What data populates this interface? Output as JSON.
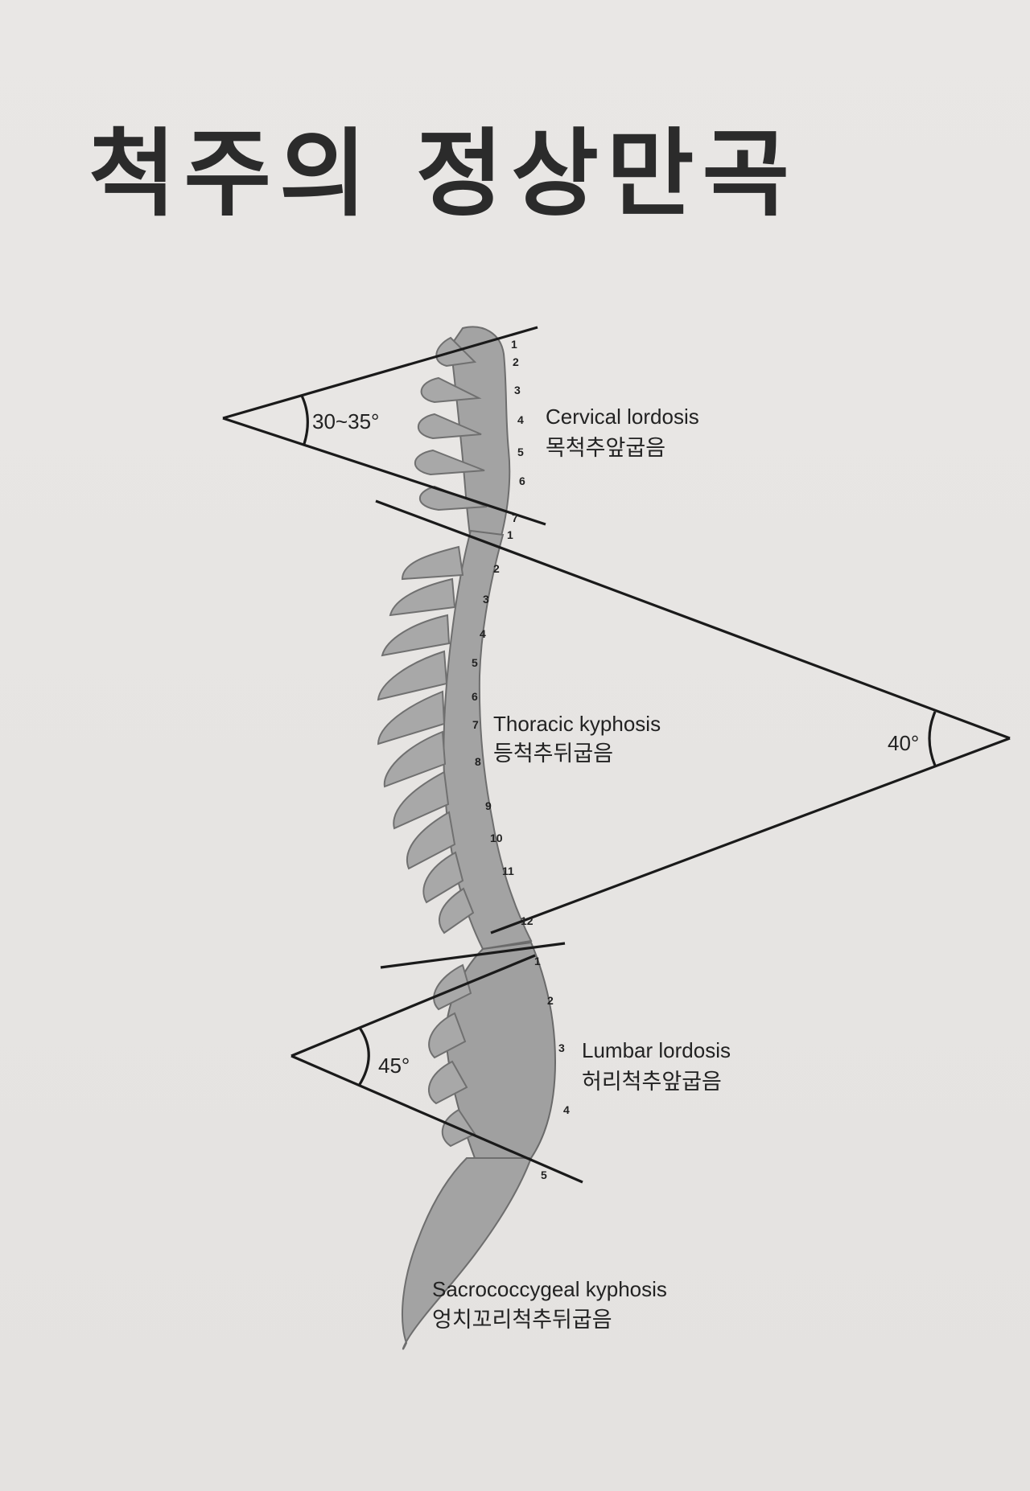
{
  "title": "척주의 정상만곡",
  "curves": {
    "cervical": {
      "en": "Cervical lordosis",
      "ko": "목척추앞굽음",
      "angle": "30~35°"
    },
    "thoracic": {
      "en": "Thoracic kyphosis",
      "ko": "등척추뒤굽음",
      "angle": "40°"
    },
    "lumbar": {
      "en": "Lumbar lordosis",
      "ko": "허리척추앞굽음",
      "angle": "45°"
    },
    "sacrococcygeal": {
      "en": "Sacrococcygeal kyphosis",
      "ko": "엉치꼬리척추뒤굽음"
    }
  },
  "vertebra_numbers": {
    "cervical": [
      "1",
      "2",
      "3",
      "4",
      "5",
      "6",
      "7"
    ],
    "thoracic": [
      "1",
      "2",
      "3",
      "4",
      "5",
      "6",
      "7",
      "8",
      "9",
      "10",
      "11",
      "12"
    ],
    "lumbar": [
      "1",
      "2",
      "3",
      "4",
      "5"
    ]
  },
  "colors": {
    "bone": "#9a9a9a",
    "bone_dark": "#6e6e6e",
    "line": "#1a1a1a"
  }
}
